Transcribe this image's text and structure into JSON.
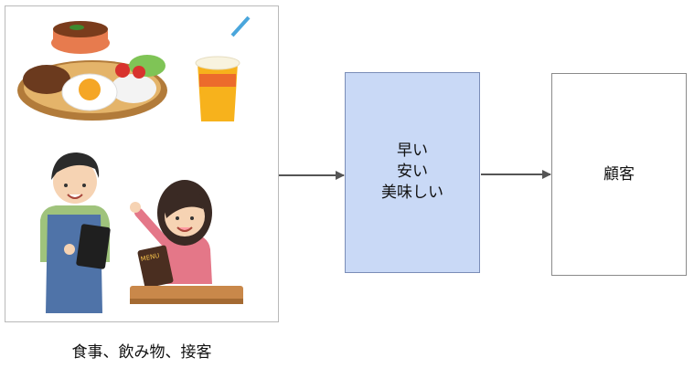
{
  "diagram": {
    "left_caption": "食事、飲み物、接客",
    "middle_box_lines": [
      "早い",
      "安い",
      "美味しい"
    ],
    "right_box_label": "顧客"
  },
  "colors": {
    "middle_box_fill": "#c9d9f6",
    "arrow": "#555555"
  },
  "icons": [
    "food-plate-icon",
    "juice-cup-icon",
    "waiter-icon",
    "customer-icon",
    "menu-icon",
    "table-icon"
  ]
}
